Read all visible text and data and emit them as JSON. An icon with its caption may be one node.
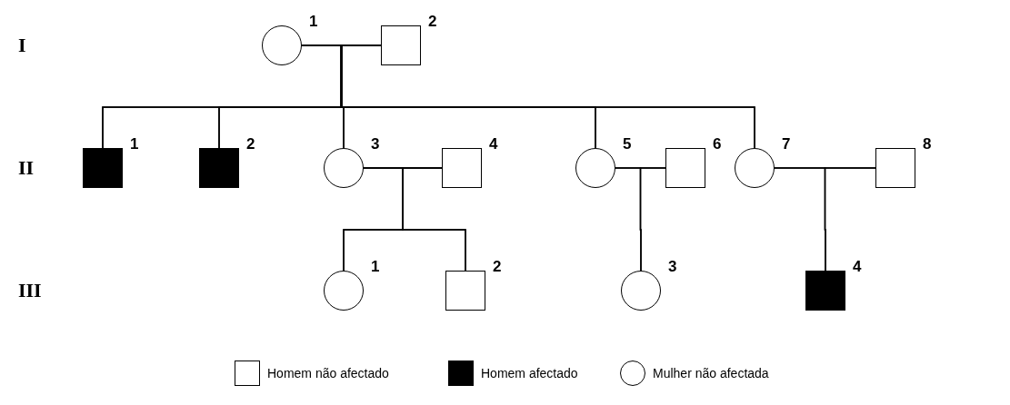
{
  "diagram": {
    "nodes": [
      {
        "text": [],
        "shape": "circle",
        "beside": [
          "1"
        ]
      },
      {
        "text": [],
        "shape": "box",
        "beside": [
          "2"
        ]
      },
      {
        "text": [],
        "shape": "box",
        "beside": [
          "1"
        ]
      },
      {
        "text": [],
        "shape": "box",
        "beside": [
          "2"
        ]
      },
      {
        "text": [],
        "shape": "circle",
        "beside": [
          "3"
        ]
      },
      {
        "text": [],
        "shape": "box",
        "beside": [
          "4"
        ]
      },
      {
        "text": [],
        "shape": "circle",
        "beside": [
          "5"
        ]
      },
      {
        "text": [],
        "shape": "box",
        "beside": [
          "6"
        ]
      },
      {
        "text": [],
        "shape": "circle",
        "beside": [
          "7"
        ]
      },
      {
        "text": [],
        "shape": "box",
        "beside": [
          "8"
        ]
      },
      {
        "text": [],
        "shape": "circle",
        "beside": [
          "1"
        ]
      },
      {
        "text": [],
        "shape": "box",
        "beside": [
          "2"
        ]
      },
      {
        "text": [],
        "shape": "circle",
        "beside": [
          "3"
        ]
      },
      {
        "text": [],
        "shape": "box",
        "beside": [
          "4"
        ]
      }
    ],
    "edges": [
      {
        "from": 0,
        "to": 1,
        "arrow": "none"
      },
      {
        "from": 0,
        "to": 2,
        "arrow": "none"
      },
      {
        "from": 1,
        "to": 2,
        "arrow": "none"
      },
      {
        "from": 0,
        "to": 3,
        "arrow": "none"
      },
      {
        "from": 1,
        "to": 3,
        "arrow": "none"
      },
      {
        "from": 0,
        "to": 4,
        "arrow": "none"
      },
      {
        "from": 1,
        "to": 4,
        "arrow": "none"
      },
      {
        "from": 0,
        "to": 6,
        "arrow": "none"
      },
      {
        "from": 1,
        "to": 6,
        "arrow": "none"
      },
      {
        "from": 0,
        "to": 8,
        "arrow": "none"
      },
      {
        "from": 1,
        "to": 8,
        "arrow": "none"
      },
      {
        "from": 4,
        "to": 5,
        "arrow": "none"
      },
      {
        "from": 4,
        "to": 10,
        "arrow": "none"
      },
      {
        "from": 5,
        "to": 10,
        "arrow": "none"
      },
      {
        "from": 4,
        "to": 11,
        "arrow": "none"
      },
      {
        "from": 5,
        "to": 11,
        "arrow": "none"
      },
      {
        "from": 6,
        "to": 7,
        "arrow": "none"
      },
      {
        "from": 6,
        "to": 12,
        "arrow": "none"
      },
      {
        "from": 7,
        "to": 12,
        "arrow": "none"
      },
      {
        "from": 8,
        "to": 9,
        "arrow": "none"
      },
      {
        "from": 8,
        "to": 13,
        "arrow": "none"
      },
      {
        "from": 9,
        "to": 13,
        "arrow": "none"
      }
    ],
    "labels": [
      "I",
      "II",
      "III"
    ],
    "legend": [
      {
        "text": "Homem não afectado"
      },
      {
        "text": "Homem afectado",
        "color": "#000000"
      },
      {
        "text": "Mulher não afectada"
      }
    ]
  }
}
